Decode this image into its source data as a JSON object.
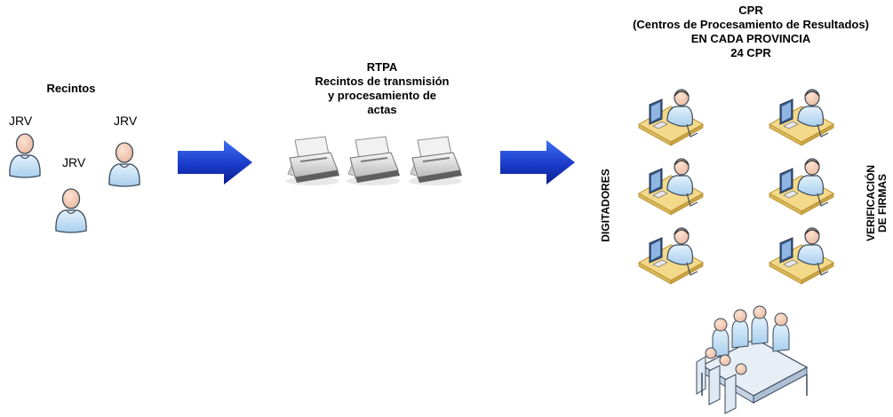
{
  "recintos": {
    "title": "Recintos",
    "jrv_labels": [
      "JRV",
      "JRV",
      "JRV"
    ]
  },
  "rtpa": {
    "title": "RTPA",
    "subtitle_line1": "Recintos de transmisión",
    "subtitle_line2": "y procesamiento de",
    "subtitle_line3": "actas"
  },
  "cpr": {
    "line1": "CPR",
    "line2": "(Centros de Procesamiento de Resultados)",
    "line3": "EN CADA PROVINCIA",
    "line4": "24 CPR",
    "left_label": "DIGITADORES",
    "right_label_line1": "VERIFICACIÓN",
    "right_label_line2": "DE FIRMAS"
  },
  "icons": {
    "person": "person-icon",
    "scanner": "scanner-icon",
    "arrow": "arrow-right-icon",
    "workstation": "operator-workstation-icon",
    "meeting": "meeting-table-icon"
  },
  "colors": {
    "arrow_dark": "#0a1f8f",
    "arrow_light": "#3d6ff2",
    "person_fill": "#cfe6f7",
    "person_stroke": "#3b4a5a",
    "desk": "#f3d98a",
    "desk_edge": "#b8912f"
  }
}
